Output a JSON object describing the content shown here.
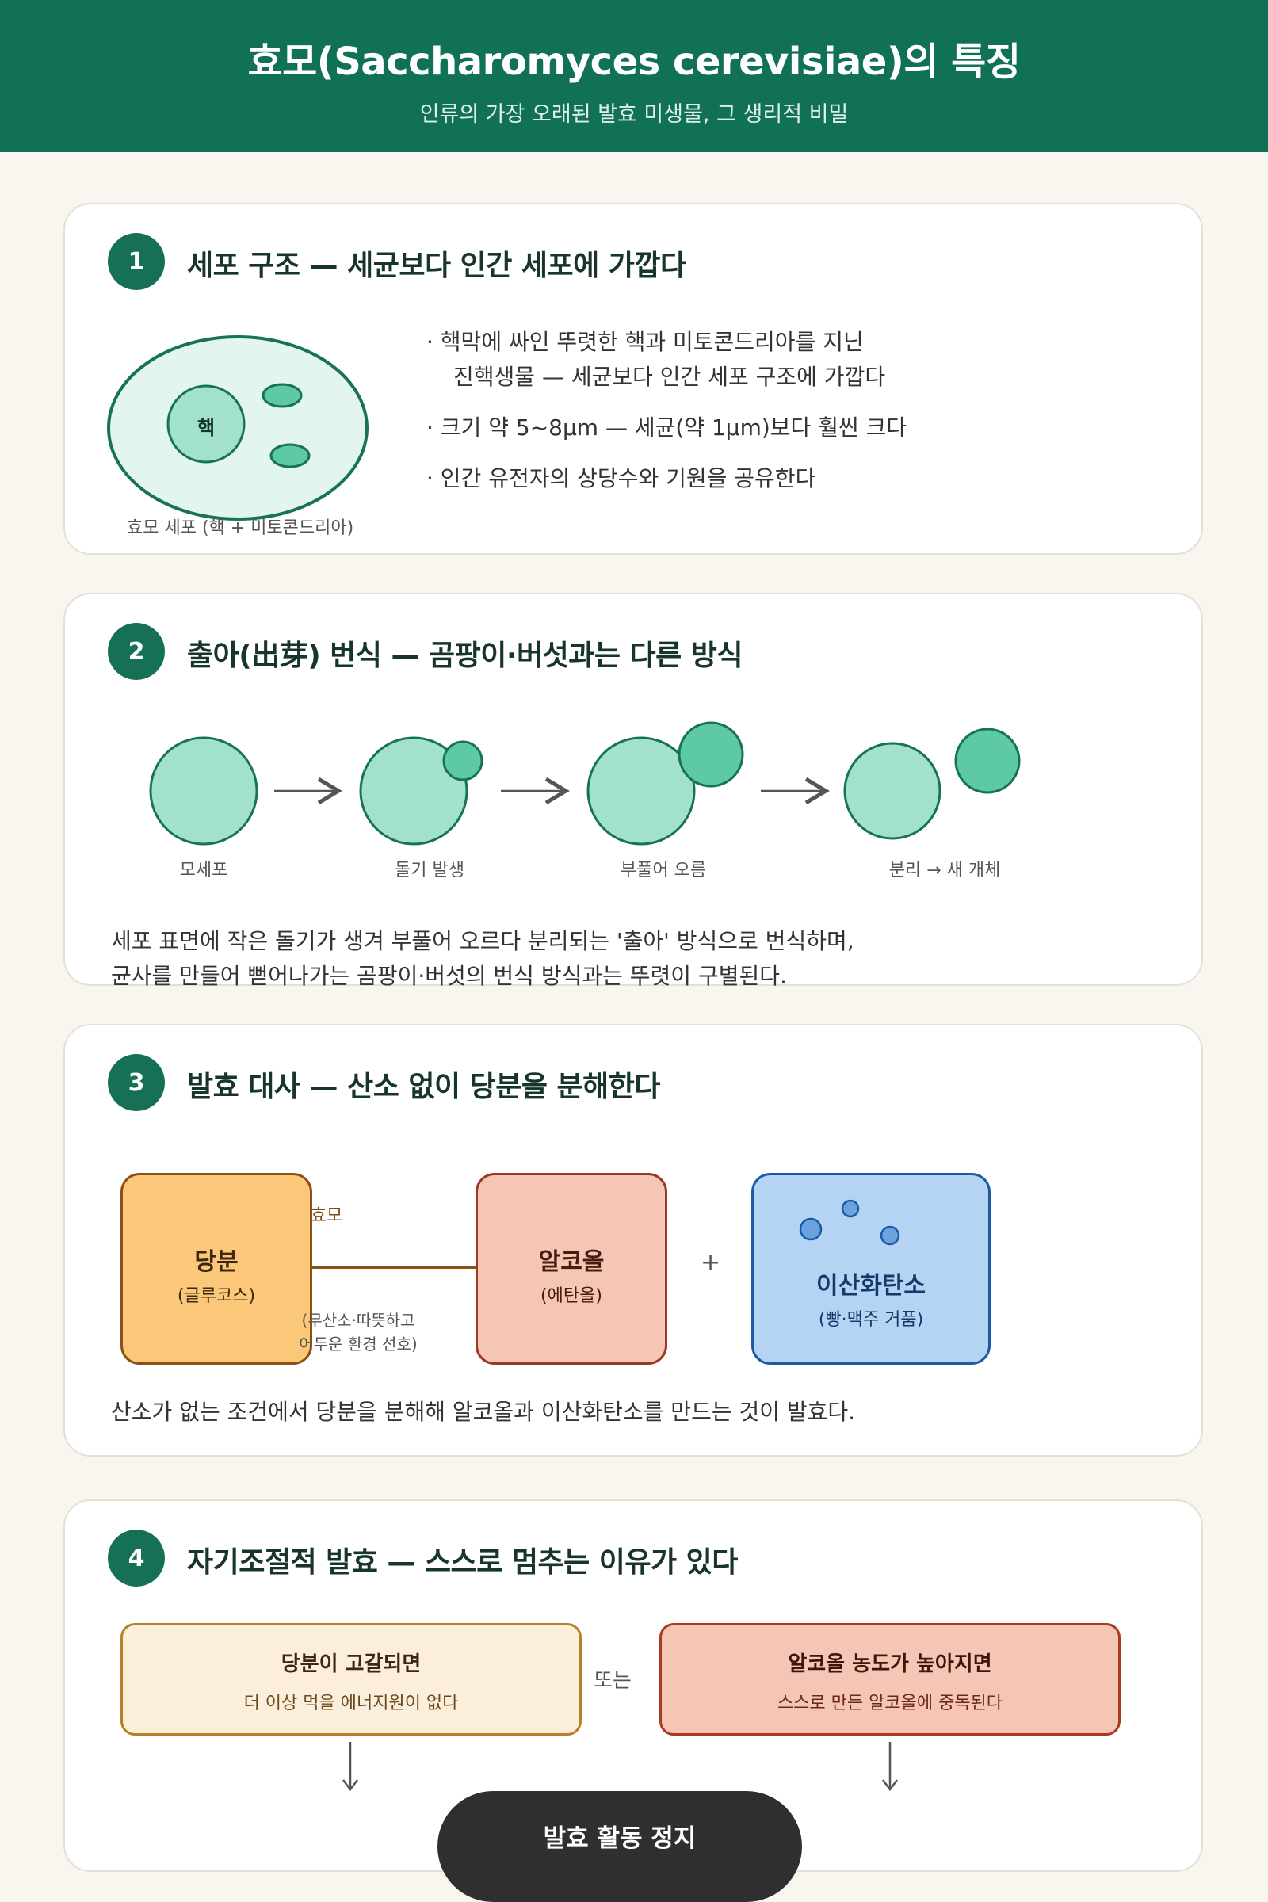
{
  "header": {
    "title": "효모(Saccharomyces cerevisiae)의 특징",
    "subtitle": "인류의 가장 오래된 발효 미생물, 그 생리적 비밀"
  },
  "sections": [
    {
      "number": "1",
      "title": "세포 구조 — 세균보다 인간 세포에 가깝다",
      "diagram": {
        "nucleus_label": "핵",
        "caption": "효모 세포 (핵 + 미토콘드리아)"
      },
      "bullets": [
        "· 핵막에 싸인 뚜렷한 핵과 미토콘드리아를 지닌",
        "진핵생물 — 세균보다 인간 세포 구조에 가깝다",
        "· 크기 약 5~8μm — 세균(약 1μm)보다 훨씬 크다",
        "· 인간 유전자의 상당수와 기원을 공유한다"
      ]
    },
    {
      "number": "2",
      "title": "출아(出芽) 번식 — 곰팡이·버섯과는 다른 방식",
      "stages": [
        "모세포",
        "돌기 발생",
        "부풀어 오름",
        "분리 → 새 개체"
      ],
      "description": [
        "세포 표면에 작은 돌기가 생겨 부풀어 오르다 분리되는 '출아' 방식으로 번식하며,",
        "균사를 만들어 뻗어나가는 곰팡이·버섯의 번식 방식과는 뚜렷이 구별된다."
      ]
    },
    {
      "number": "3",
      "title": "발효 대사 — 산소 없이 당분을 분해한다",
      "input": {
        "title": "당분",
        "sub": "(글루코스)"
      },
      "arrow_label": "효모",
      "condition": [
        "(무산소·따뜻하고",
        "어두운 환경 선호)"
      ],
      "output1": {
        "title": "알코올",
        "sub": "(에탄올)"
      },
      "plus": "+",
      "output2": {
        "title": "이산화탄소",
        "sub": "(빵·맥주 거품)"
      },
      "description": "산소가 없는 조건에서 당분을 분해해 알코올과 이산화탄소를 만드는 것이 발효다."
    },
    {
      "number": "4",
      "title": "자기조절적 발효 — 스스로 멈추는 이유가 있다",
      "cond1": {
        "title": "당분이 고갈되면",
        "sub": "더 이상 먹을 에너지원이 없다"
      },
      "or_label": "또는",
      "cond2": {
        "title": "알코올 농도가 높아지면",
        "sub": "스스로 만든 알코올에 중독된다"
      },
      "result": "발효 활동 정지"
    }
  ],
  "colors": {
    "header_bg": "#117157",
    "number_badge": "#167055",
    "cell_fill": "#a2e2cc",
    "sugar_fill": "#fac878",
    "alcohol_fill": "#f5c5b5",
    "co2_fill": "#b5d3f2",
    "stop_bg": "#2f2f2f"
  }
}
